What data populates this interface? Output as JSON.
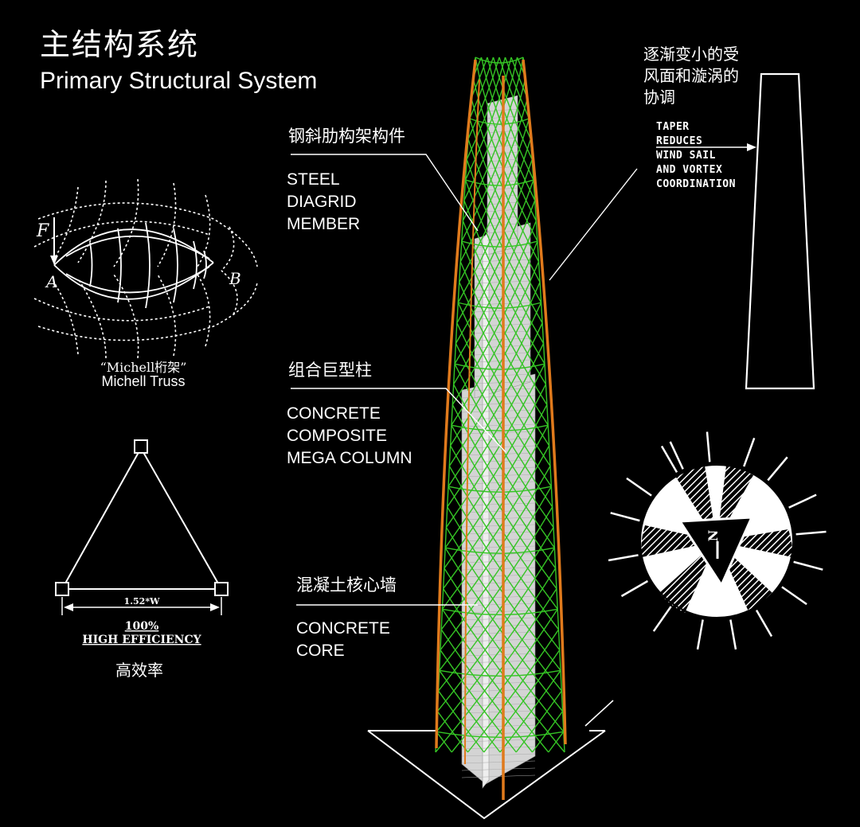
{
  "title": {
    "cn": "主结构系统",
    "en": "Primary Structural System"
  },
  "labels": {
    "diagrid_cn": "钢斜肋构架构件",
    "diagrid_en": "STEEL\nDIAGRID\nMEMBER",
    "column_cn": "组合巨型柱",
    "column_en": "CONCRETE\nCOMPOSITE\nMEGA COLUMN",
    "core_cn": "混凝土核心墙",
    "core_en": "CONCRETE\nCORE"
  },
  "michell": {
    "force_label": "F",
    "point_a": "A",
    "point_b": "B",
    "caption_cn": "“Michell桁架”",
    "caption_en": "Michell Truss"
  },
  "triangle": {
    "dimension": "1.52*W",
    "efficiency_value": "100%",
    "efficiency_label": "HIGH EFFICIENCY",
    "caption_cn": "高效率"
  },
  "taper": {
    "caption_cn": "逐渐变小的受\n风面和漩涡的\n协调",
    "caption_en": "TAPER\nREDUCES\nWIND SAIL\nAND VORTEX\nCOORDINATION"
  },
  "compass": {
    "north_label": "N"
  },
  "colors": {
    "background": "#000000",
    "diagrid_green": "#35c425",
    "mega_column_orange": "#e07a1c",
    "core_grey": "#d8d8d8",
    "line_white": "#ffffff"
  }
}
